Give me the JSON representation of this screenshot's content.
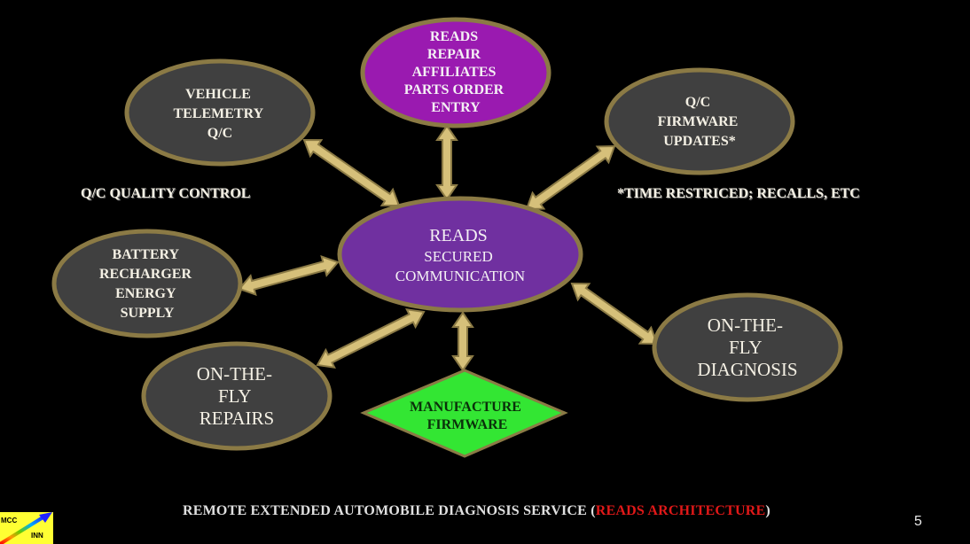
{
  "colors": {
    "background": "#000000",
    "node_gray": "#404040",
    "node_border": "#8b7a45",
    "arrow_fill": "#d6c07a",
    "arrow_stroke": "#8b7a45",
    "center_purple": "#7030a0",
    "top_purple": "#9a1ab0",
    "diamond_green": "#33e633",
    "footer_red": "#e01818",
    "logo_yellow": "#ffff33"
  },
  "nodes": {
    "center": {
      "lines": [
        "READS",
        "SECURED",
        "COMMUNICATION"
      ]
    },
    "top": {
      "lines": [
        "READS",
        "REPAIR",
        "AFFILIATES",
        "PARTS ORDER",
        "ENTRY"
      ]
    },
    "vehicle_telemetry": {
      "lines": [
        "VEHICLE",
        "TELEMETRY",
        "Q/C"
      ]
    },
    "firmware_updates": {
      "lines": [
        "Q/C",
        "FIRMWARE",
        "UPDATES*"
      ]
    },
    "battery": {
      "lines": [
        "BATTERY",
        "RECHARGER",
        "ENERGY",
        "SUPPLY"
      ]
    },
    "otf_repairs": {
      "lines": [
        "ON-THE-",
        "FLY",
        "REPAIRS"
      ]
    },
    "otf_diagnosis": {
      "lines": [
        "ON-THE-",
        "FLY",
        "DIAGNOSIS"
      ]
    },
    "manufacture": {
      "lines": [
        "MANUFACTURE",
        "FIRMWARE"
      ]
    }
  },
  "notes": {
    "qc": "Q/C QUALITY  CONTROL",
    "time": "*TIME RESTRICED; RECALLS, ETC"
  },
  "footer": {
    "prefix": "REMOTE EXTENDED  AUTOMOBILE  DIAGNOSIS  SERVICE (",
    "highlight": "READS  ARCHITECTURE",
    "suffix": ")"
  },
  "page_number": "5",
  "logo": {
    "top_text": "MCC",
    "bottom_text": "INN"
  }
}
